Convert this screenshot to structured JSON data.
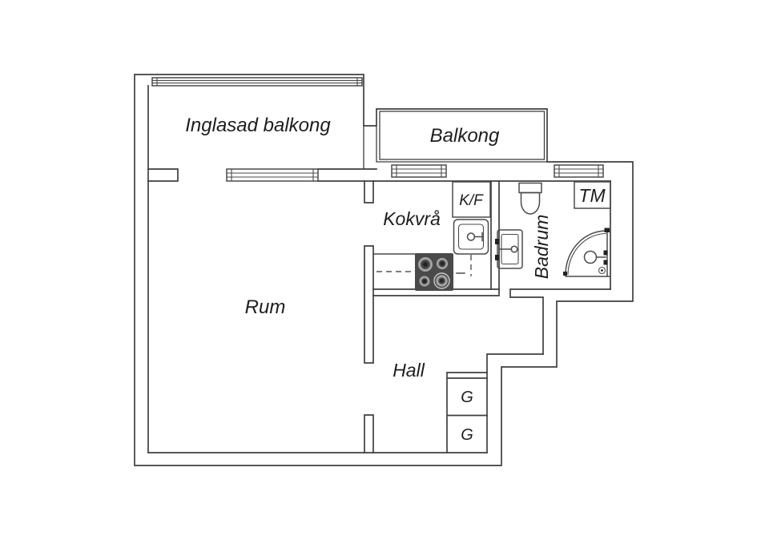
{
  "document": {
    "type": "apartment-floor-plan",
    "background_color": "#ffffff",
    "line_color": "#3f3f3f",
    "text_color": "#1d1d1d",
    "stove_fill": "#4a4a4a",
    "burner_ring_color": "#a3a3a3",
    "burner_center_color": "#262626"
  },
  "rooms": {
    "inglasad_balkong": {
      "label": "Inglasad balkong"
    },
    "balkong": {
      "label": "Balkong"
    },
    "kokvra": {
      "label": "Kokvrå"
    },
    "kf": {
      "label": "K/F"
    },
    "badrum": {
      "label": "Badrum"
    },
    "tm": {
      "label": "TM"
    },
    "rum": {
      "label": "Rum"
    },
    "hall": {
      "label": "Hall"
    },
    "garderob_1": {
      "label": "G"
    },
    "garderob_2": {
      "label": "G"
    }
  },
  "fixtures": [
    "window-glazing-strip",
    "kitchen-sink",
    "stove-four-burners",
    "fridge-freezer-box",
    "toilet",
    "washbasin",
    "corner-shower",
    "washing-machine-box",
    "wardrobe-g1",
    "wardrobe-g2"
  ]
}
